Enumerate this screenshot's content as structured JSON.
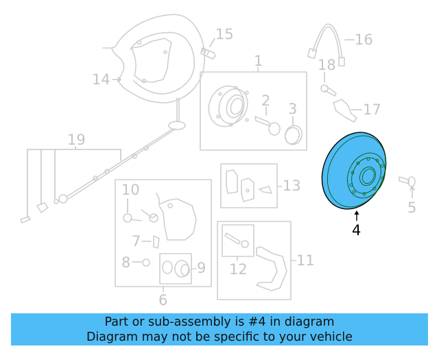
{
  "diagram": {
    "highlighted_part": "4",
    "highlight_color": "#4fbcf5",
    "line_color": "#c8c8c8",
    "callouts": [
      {
        "id": "1",
        "label": "1"
      },
      {
        "id": "2",
        "label": "2"
      },
      {
        "id": "3",
        "label": "3"
      },
      {
        "id": "4",
        "label": "4"
      },
      {
        "id": "5",
        "label": "5"
      },
      {
        "id": "6",
        "label": "6"
      },
      {
        "id": "7",
        "label": "7"
      },
      {
        "id": "8",
        "label": "8"
      },
      {
        "id": "9",
        "label": "9"
      },
      {
        "id": "10",
        "label": "10"
      },
      {
        "id": "11",
        "label": "11"
      },
      {
        "id": "12",
        "label": "12"
      },
      {
        "id": "13",
        "label": "13"
      },
      {
        "id": "14",
        "label": "14"
      },
      {
        "id": "15",
        "label": "15"
      },
      {
        "id": "16",
        "label": "16"
      },
      {
        "id": "17",
        "label": "17"
      },
      {
        "id": "18",
        "label": "18"
      },
      {
        "id": "19",
        "label": "19"
      }
    ]
  },
  "banner": {
    "line1": "Part or sub-assembly is #4 in diagram",
    "line2": "Diagram may not be specific to your vehicle",
    "background": "#4fbcf5"
  }
}
